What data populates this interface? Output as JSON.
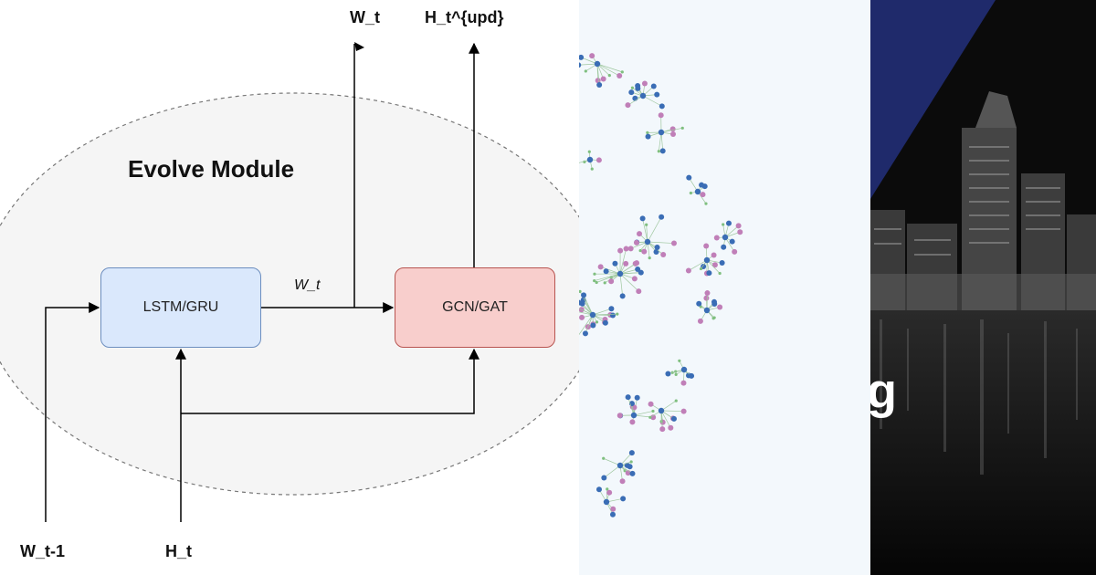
{
  "diagram": {
    "module_title": "Evolve Module",
    "box_lstm_label": "LSTM/GRU",
    "box_gcn_label": "GCN/GAT",
    "label_wt_top": "W_t",
    "label_ht_upd": "H_t^{upd}",
    "label_wt_mid": "W_t",
    "label_wt_prev": "W_t-1",
    "label_ht": "H_t"
  },
  "photo": {
    "overlay_text": "g"
  },
  "colors": {
    "lstm_fill": "#dae8fc",
    "lstm_border": "#6c8ebf",
    "gcn_fill": "#f8cecc",
    "gcn_border": "#b85450",
    "node_blue": "#3a6db5",
    "node_pink": "#c07fb8",
    "node_green": "#7fbf7f",
    "photo_triangle": "#1f2a6b"
  }
}
